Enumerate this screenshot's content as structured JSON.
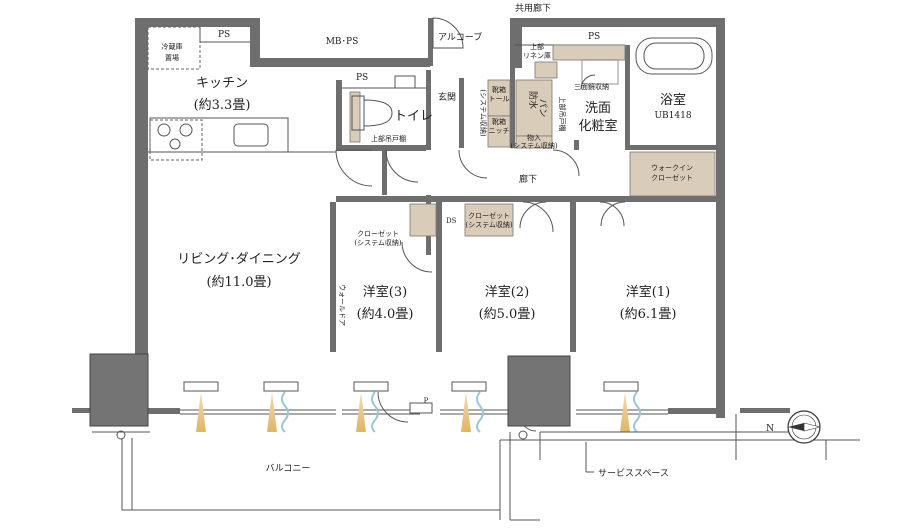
{
  "rooms": {
    "kitchen": "キッチン",
    "kitchen_size": "(約3.3畳)",
    "fridge_line1": "冷蔵庫",
    "fridge_line2": "置場",
    "ps_left": "PS",
    "mbps": "MB･PS",
    "alcove": "アルコーブ",
    "corridor_shared": "共用廊下",
    "ps_right": "PS",
    "linen_line1": "上部",
    "linen_line2": "リネン庫",
    "mirror_storage": "三面鏡収納",
    "ps_toilet": "PS",
    "toilet": "トイレ",
    "toilet_cabinet": "上部吊戸棚",
    "entrance": "玄関",
    "shoe_top1": "靴箱",
    "shoe_top2": "トール",
    "shoe_sys": "(システム収納)",
    "shoe_bot1": "靴箱",
    "shoe_bot2": "ニッチ",
    "pan1": "防水",
    "pan2": "パン",
    "upper_cabinet": "上部吊戸棚",
    "washroom1": "洗面",
    "washroom2": "化粧室",
    "bath": "浴室",
    "bath_unit": "UB1418",
    "storage1": "物入",
    "storage2": "(システム収納)",
    "wic1": "ウォークイン",
    "wic2": "クローゼット",
    "hallway": "廊下",
    "closet_left1": "クローゼット",
    "closet_left2": "(システム収納)",
    "ds": "DS",
    "closet_right1": "クローゼット",
    "closet_right2": "(システム収納)",
    "living": "リビング･ダイニング",
    "living_size": "(約11.0畳)",
    "wall_door": "ウォールドア",
    "bed3": "洋室(3)",
    "bed3_size": "(約4.0畳)",
    "bed2": "洋室(2)",
    "bed2_size": "(約5.0畳)",
    "bed1": "洋室(1)",
    "bed1_size": "(約6.1畳)",
    "p": "P",
    "balcony": "バルコニー",
    "service_space": "サービススペース",
    "north": "N"
  },
  "colors": {
    "wall": "#6e6e6e",
    "storage": "#d9ccb8",
    "vent": "#e0b565",
    "airflow": "#9ac6da"
  }
}
